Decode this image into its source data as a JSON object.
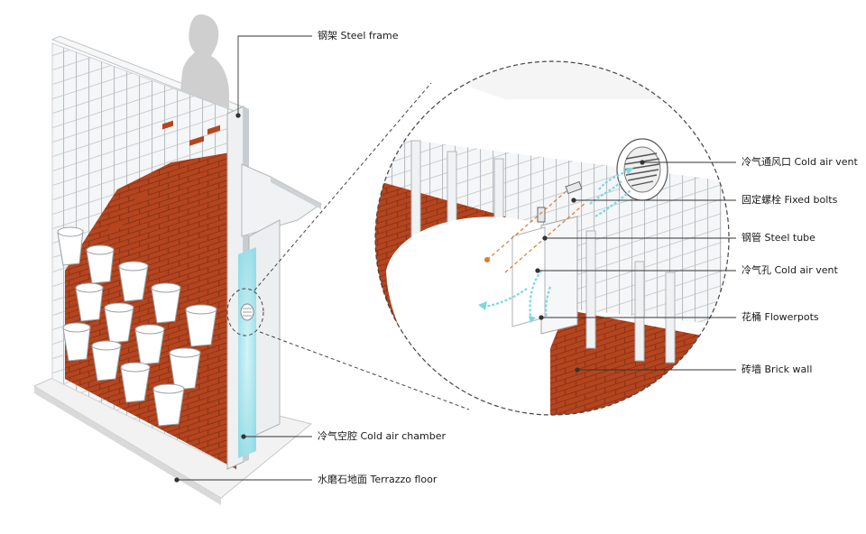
{
  "colors": {
    "brick": "#b5451f",
    "brick_dark": "#8e3416",
    "mortar": "#e7e2dc",
    "steel": "#e9ebed",
    "steel_shadow": "#b9bec3",
    "air": "#7fd6e3",
    "leader": "#333333",
    "dash": "#444444",
    "pipe": "#e07a2c"
  },
  "labels": {
    "steel_frame": "钢架  Steel frame",
    "cold_air_vent_top": "冷气通风口 Cold air vent",
    "fixed_bolts": "固定螺栓  Fixed bolts",
    "steel_tube": "钢管  Steel tube",
    "cold_air_vent_hole": "冷气孔 Cold air vent",
    "flowerpots": "花桶  Flowerpots",
    "brick_wall": "砖墙   Brick wall",
    "cold_air_chamber": "冷气空腔   Cold air chamber",
    "terrazzo_floor": "水磨石地面    Terrazzo floor"
  }
}
